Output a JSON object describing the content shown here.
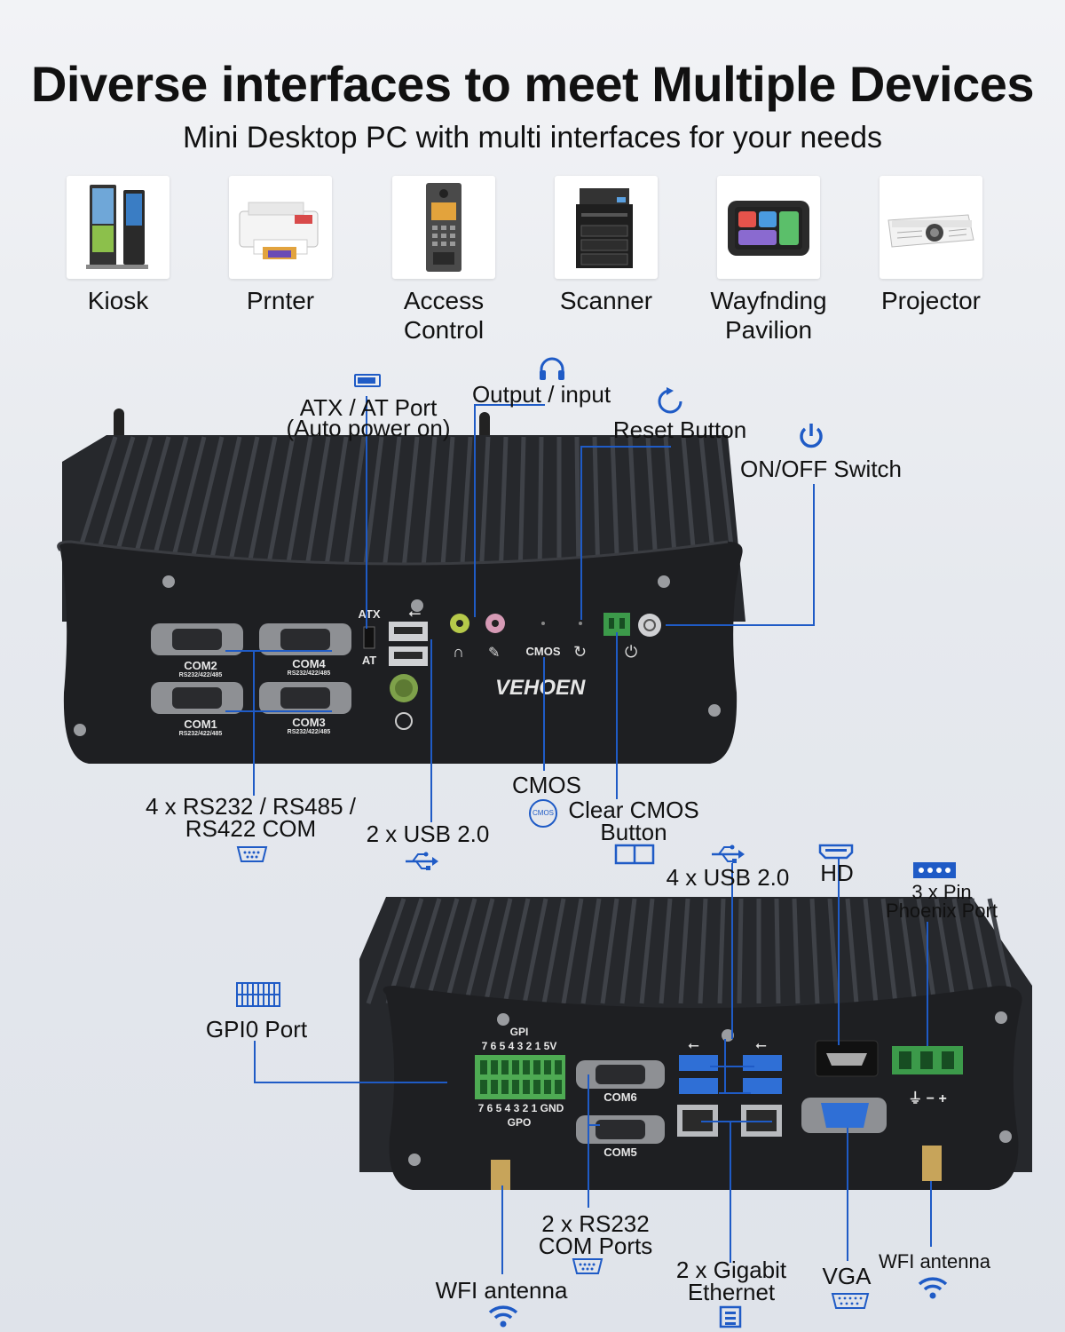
{
  "header": {
    "title": "Diverse interfaces to meet Multiple Devices",
    "subtitle": "Mini Desktop PC with multi interfaces for your needs"
  },
  "devices": [
    {
      "label": "Kiosk",
      "icon": "kiosk-icon"
    },
    {
      "label": "Prnter",
      "icon": "printer-icon"
    },
    {
      "label": "Access\nControl",
      "icon": "access-control-icon"
    },
    {
      "label": "Scanner",
      "icon": "scanner-icon"
    },
    {
      "label": "Wayfnding\nPavilion",
      "icon": "wayfinding-icon"
    },
    {
      "label": "Projector",
      "icon": "projector-icon"
    }
  ],
  "front": {
    "brand": "VEHOEN",
    "port_labels": {
      "com1": "COM1",
      "com2": "COM2",
      "com3": "COM3",
      "com4": "COM4",
      "com_sub": "RS232/422/485",
      "atx": "ATX",
      "at": "AT",
      "cmos": "CMOS"
    },
    "annotations": {
      "atx": "ATX / AT Port\n(Auto power on)",
      "audio": "Output / input",
      "reset": "Reset Button",
      "power": "ON/OFF Switch",
      "com": "4 x RS232 / RS485 /\nRS422 COM",
      "usb": "2 x USB 2.0",
      "cmos": "CMOS",
      "clear_cmos": "Clear CMOS\nButton",
      "cmos_icon_text": "CMOS"
    }
  },
  "rear": {
    "port_labels": {
      "gpi": "GPI",
      "gpo": "GPO",
      "gpi_pins": "7 6 5 4 3 2 1 5V",
      "gpo_pins": "7 6 5 4 3 2 1 GND",
      "com5": "COM5",
      "com6": "COM6",
      "phoenix_pins": "⏚ − +"
    },
    "annotations": {
      "usb": "4 x USB 2.0",
      "hd": "HD",
      "phoenix": "3 x Pin\nPhoenix Port",
      "gpio": "GPI0 Port",
      "com": "2 x RS232\nCOM Ports",
      "ethernet": "2 x Gigabit\nEthernet",
      "vga": "VGA",
      "wifi_left": "WFI antenna",
      "wifi_right": "WFI antenna"
    }
  },
  "colors": {
    "accent": "#1f5bc6",
    "chassis": "#1c1d20",
    "fins": "#2b2d31"
  }
}
